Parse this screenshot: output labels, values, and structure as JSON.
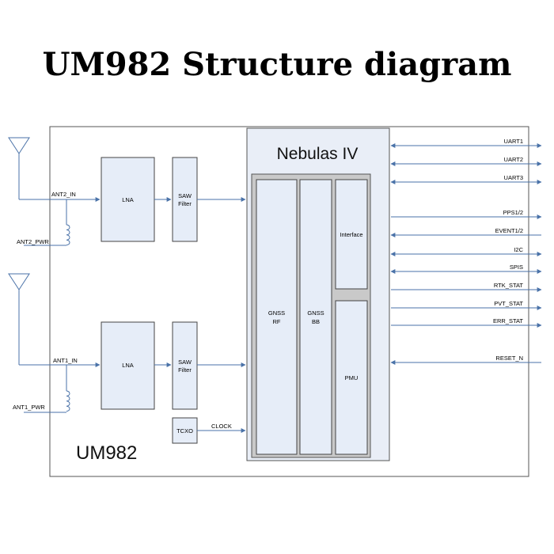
{
  "title": "UM982 Structure diagram",
  "module_name": "UM982",
  "chip": {
    "name": "Nebulas IV",
    "blocks": {
      "gnss_rf": [
        "GNSS",
        "RF"
      ],
      "gnss_bb": [
        "GNSS",
        "BB"
      ],
      "interface": "Interface",
      "pmu": "PMU"
    }
  },
  "chain_top": {
    "antenna_input": "ANT2_IN",
    "power": "ANT2_PWR",
    "lna": "LNA",
    "filter": [
      "SAW",
      "Filter"
    ]
  },
  "chain_bottom": {
    "antenna_input": "ANT1_IN",
    "power": "ANT1_PWR",
    "lna": "LNA",
    "filter": [
      "SAW",
      "Filter"
    ]
  },
  "tcxo": "TCXO",
  "clock": "CLOCK",
  "signals": [
    {
      "label": "UART1",
      "direction": "both"
    },
    {
      "label": "UART2",
      "direction": "both"
    },
    {
      "label": "UART3",
      "direction": "both"
    },
    {
      "label": "PPS1/2",
      "direction": "out"
    },
    {
      "label": "EVENT1/2",
      "direction": "in"
    },
    {
      "label": "I2C",
      "direction": "both"
    },
    {
      "label": "SPIS",
      "direction": "both"
    },
    {
      "label": "RTK_STAT",
      "direction": "out"
    },
    {
      "label": "PVT_STAT",
      "direction": "out"
    },
    {
      "label": "ERR_STAT",
      "direction": "out"
    },
    {
      "label": "RESET_N",
      "direction": "in"
    }
  ],
  "colors": {
    "line": "#4a72a8",
    "block_fill": "#e6edf8",
    "block_stroke": "#444444",
    "chip_fill": "#e9eef7",
    "inner_fill": "#c9c9c9"
  }
}
